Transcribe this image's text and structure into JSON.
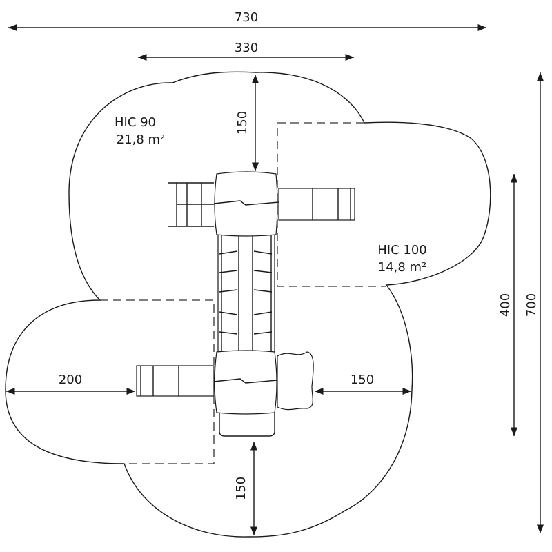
{
  "dimensions": {
    "total_width": "730",
    "platform_width": "330",
    "top_clearance": "150",
    "structure_length": "400",
    "total_length": "700",
    "left_clearance": "200",
    "right_clearance": "150",
    "bottom_clearance": "150"
  },
  "zones": {
    "hic90": {
      "label": "HIC 90",
      "area": "21,8 m²"
    },
    "hic100": {
      "label": "HIC 100",
      "area": "14,8 m²"
    }
  },
  "colors": {
    "line": "#1a1a1a",
    "background": "#ffffff"
  }
}
